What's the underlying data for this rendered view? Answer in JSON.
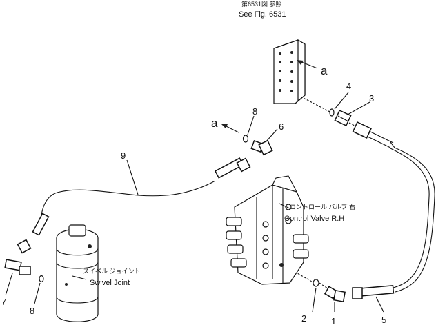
{
  "callouts": {
    "fig_ref_jp": "第6531図 参照",
    "fig_ref_en": "See Fig. 6531",
    "control_valve_jp": "コントロール バルブ 右",
    "control_valve_en": "Control Valve R.H",
    "swivel_joint_jp": "スイベル ジョイント",
    "swivel_joint_en": "Swivel Joint",
    "ref_a_upper": "a",
    "ref_a_left": "a"
  },
  "part_numbers": [
    "1",
    "2",
    "3",
    "4",
    "5",
    "6",
    "7",
    "8",
    "8",
    "9"
  ],
  "colors": {
    "line": "#111111",
    "background": "#ffffff"
  }
}
